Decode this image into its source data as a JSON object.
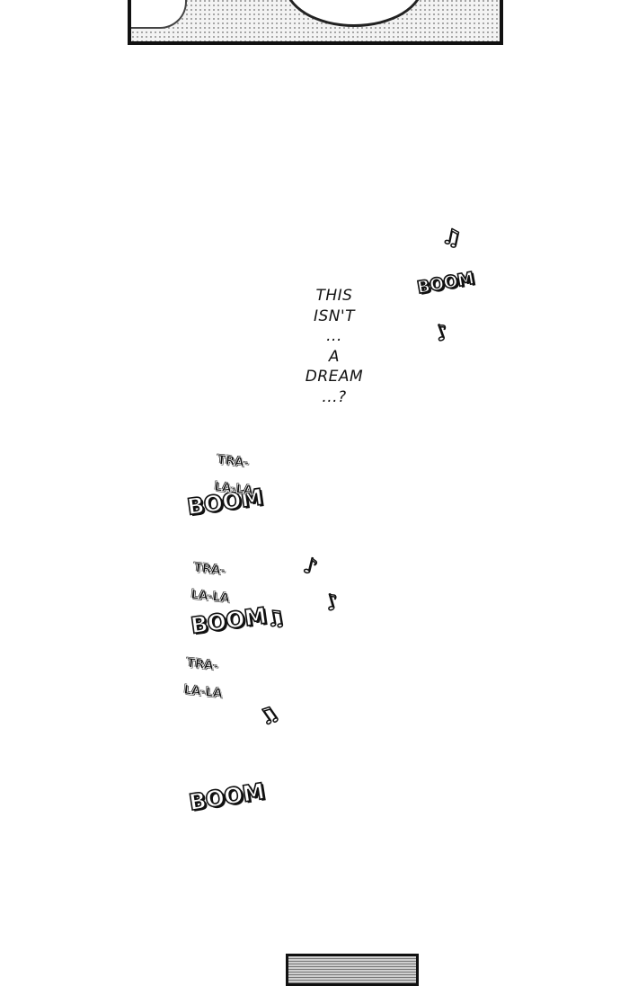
{
  "dialogue": {
    "lines": [
      "THIS",
      "ISN'T",
      "...",
      "A",
      "DREAM",
      "...?"
    ]
  },
  "sfx": {
    "boom": "BOOM",
    "tra_line1": "TRA-",
    "tra_line2": "LA-LA"
  },
  "icons": {
    "music_note_single": "♪",
    "music_note_double": "♫"
  }
}
